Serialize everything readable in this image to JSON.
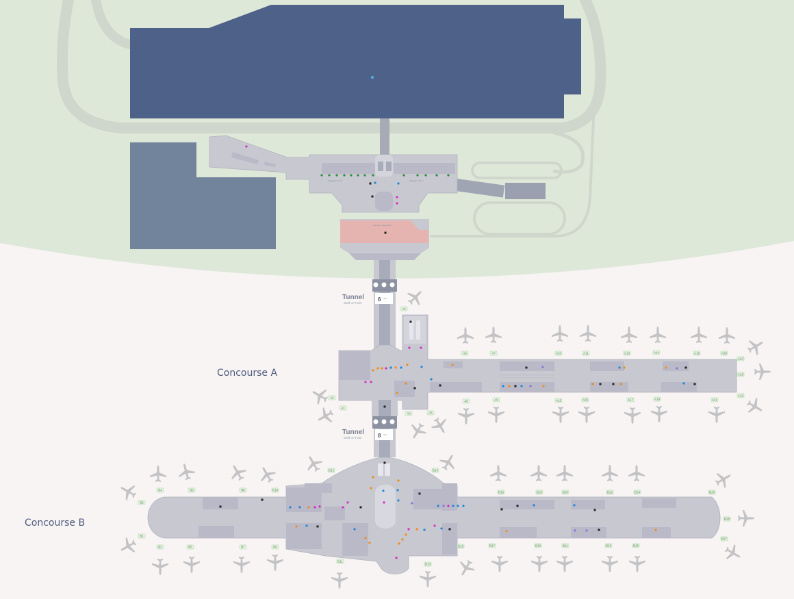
{
  "concourses": {
    "a_label": "Concourse A",
    "b_label": "Concourse B"
  },
  "tunnels": [
    {
      "title": "Tunnel",
      "subtitle": "Walk or Train",
      "minutes": "6",
      "unit": "min"
    },
    {
      "title": "Tunnel",
      "subtitle": "Walk or Train",
      "minutes": "8",
      "unit": "min"
    }
  ],
  "gates_a": [
    {
      "label": "A4"
    },
    {
      "label": "A1"
    },
    {
      "label": "A2"
    },
    {
      "label": "A3"
    },
    {
      "label": "A5"
    },
    {
      "label": "A6"
    },
    {
      "label": "A7"
    },
    {
      "label": "A8"
    },
    {
      "label": "A9"
    },
    {
      "label": "A10"
    },
    {
      "label": "A11"
    },
    {
      "label": "A12"
    },
    {
      "label": "A13"
    },
    {
      "label": "A14"
    },
    {
      "label": "A15"
    },
    {
      "label": "A16"
    },
    {
      "label": "A17"
    },
    {
      "label": "A18"
    },
    {
      "label": "A19"
    },
    {
      "label": "A20"
    },
    {
      "label": "A21"
    },
    {
      "label": "A22"
    },
    {
      "label": "A23"
    }
  ],
  "gates_b": [
    {
      "label": "B1"
    },
    {
      "label": "B2"
    },
    {
      "label": "B3"
    },
    {
      "label": "B4"
    },
    {
      "label": "B5"
    },
    {
      "label": "B6"
    },
    {
      "label": "B7"
    },
    {
      "label": "B8"
    },
    {
      "label": "B9"
    },
    {
      "label": "B10"
    },
    {
      "label": "B11"
    },
    {
      "label": "B12"
    },
    {
      "label": "B13"
    },
    {
      "label": "B14"
    },
    {
      "label": "B15"
    },
    {
      "label": "B16"
    },
    {
      "label": "B17"
    },
    {
      "label": "B18"
    },
    {
      "label": "B19"
    },
    {
      "label": "B20"
    },
    {
      "label": "B21"
    },
    {
      "label": "B22"
    },
    {
      "label": "B23"
    },
    {
      "label": "B24"
    },
    {
      "label": "B25"
    },
    {
      "label": "B26"
    },
    {
      "label": "B27"
    },
    {
      "label": "B28"
    }
  ],
  "colors": {
    "landside": "#dee8d8",
    "background": "#f7f4f3",
    "garage": "#4d6189",
    "lot": "#72849b",
    "terminal": "#c8c8d0",
    "terminal_dark": "#b9b9c8",
    "security": "#e6b4b0",
    "road": "#cfd7cc",
    "plane": "#c3c3c6",
    "poi_green": "#2e8b3e",
    "poi_blue": "#1e88d8",
    "poi_orange": "#f08c1a",
    "poi_magenta": "#d92ac7",
    "poi_purple": "#8e72d8",
    "poi_black": "#222222"
  }
}
